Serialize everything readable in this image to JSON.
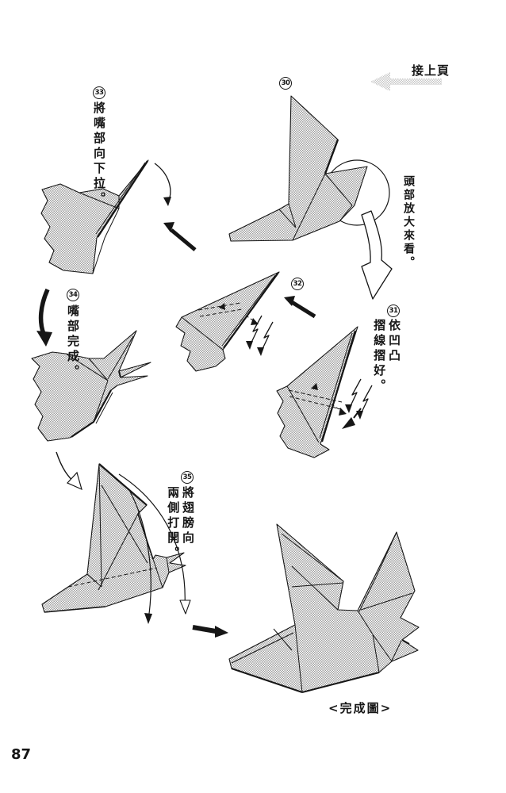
{
  "page": {
    "number": "87",
    "continuation_label": "接上頁",
    "finished_label": "<完成圖>",
    "head_zoom_note": "頭部放大來看。"
  },
  "steps": [
    {
      "number": "30",
      "caption_lines": []
    },
    {
      "number": "31",
      "caption_lines": [
        "依凹凸",
        "摺線摺好。"
      ]
    },
    {
      "number": "32",
      "caption_lines": []
    },
    {
      "number": "33",
      "caption_lines": [
        "將嘴部向下拉。"
      ]
    },
    {
      "number": "34",
      "caption_lines": [
        "嘴部完成。"
      ]
    },
    {
      "number": "35",
      "caption_lines": [
        "將翅膀向",
        "兩側打開。"
      ]
    }
  ],
  "colors": {
    "ink": "#161616",
    "halftone_gray": "#9e9e9e",
    "continuation_arrow_gray": "#c6c6c6",
    "background": "#ffffff"
  }
}
